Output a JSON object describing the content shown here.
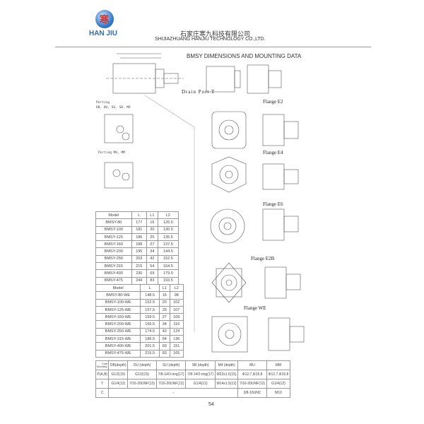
{
  "header": {
    "logo_text": "HAN JIU",
    "company_cn": "石家庄寒九科技有限公司",
    "company_en": "SHIJIAZHUANG HANJIU TECHNOLOGY CO.,LTD.",
    "title": "BMSY DIMENSIONS AND MOUNTING DATA"
  },
  "drawing_labels": {
    "drain": "Drain Port T",
    "e2": "Flange E2",
    "e4": "Flange E4",
    "e6": "Flange E6",
    "e2b": "Flange E2B",
    "we": "Flange WE",
    "porting1a": "Porting",
    "porting1b": "DB, DU, SU, SB, M4",
    "porting2": "Porting  MU, MM"
  },
  "table1": {
    "headers": [
      "Model",
      "L",
      "L1",
      "L2"
    ],
    "rows": [
      [
        "BMSY-80",
        "177",
        "16",
        "126.5"
      ],
      [
        "BMSY-100",
        "181",
        "20",
        "130.5"
      ],
      [
        "BMSY-125",
        "186",
        "25",
        "135.5"
      ],
      [
        "BMSY-160",
        "188",
        "27",
        "137.5"
      ],
      [
        "BMSY-200",
        "195",
        "34",
        "144.5"
      ],
      [
        "BMSY-250",
        "203",
        "42",
        "152.5"
      ],
      [
        "BMSY-315",
        "215",
        "54",
        "164.5"
      ],
      [
        "BMSY-400",
        "230",
        "69",
        "179.5"
      ],
      [
        "BMSY-475",
        "244",
        "83",
        "193.5"
      ]
    ]
  },
  "table2": {
    "headers": [
      "Model",
      "L",
      "L1",
      "L2"
    ],
    "rows": [
      [
        "BMSY-80-WE",
        "148.5",
        "16",
        "98"
      ],
      [
        "BMSY-100-WE",
        "152.5",
        "20",
        "102"
      ],
      [
        "BMSY-125-WE",
        "157.5",
        "25",
        "107"
      ],
      [
        "BMSY-160-WE",
        "159.5",
        "27",
        "109"
      ],
      [
        "BMSY-200-WE",
        "166.5",
        "34",
        "116"
      ],
      [
        "BMSY-250-WE",
        "174.5",
        "42",
        "124"
      ],
      [
        "BMSY-315-WE",
        "186.5",
        "54",
        "136"
      ],
      [
        "BMSY-400-WE",
        "201.5",
        "69",
        "151"
      ],
      [
        "BMSY-475-WE",
        "215.5",
        "83",
        "165"
      ]
    ]
  },
  "table3": {
    "corner_top": "Code",
    "corner_bottom": "Mounting",
    "headers": [
      "DB(depth)",
      "DU (depth)",
      "SU (depth)",
      "SB (depth)",
      "M4 (depth)",
      "MU",
      "MM"
    ],
    "rows": [
      {
        "label": "P(A,B)",
        "cells": [
          "G1/2(15)",
          "G1/2(15)",
          "7/8-14O-ring(17)",
          "7/8-14O-ring(17)",
          "M22x1.5(15)",
          "Φ12.7,Φ15.8",
          "Φ12.7,Φ15.8"
        ]
      },
      {
        "label": "T",
        "cells": [
          "G1/4(12)",
          "7/16-20UNF(12)",
          "7/16-20UNF(12)",
          "G1/4(12)",
          "M14x1.5(12)",
          "7/16-20UNF(12)",
          "G1/4(12)"
        ]
      }
    ],
    "row_c": {
      "label": "C",
      "dash": "-",
      "mu": "3/8-16UNC",
      "mm": "M10"
    }
  },
  "page_number": "54"
}
